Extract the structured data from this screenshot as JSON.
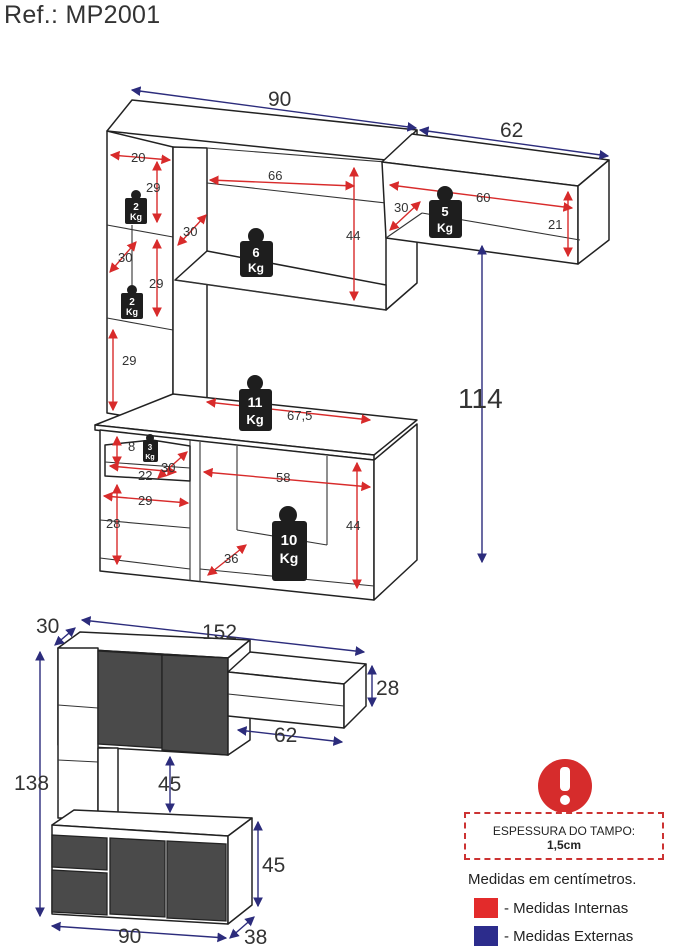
{
  "reference": "Ref.: MP2001",
  "colors": {
    "internal": "#e32b2b",
    "external": "#2c2c8c",
    "warning": "#d62c2c"
  },
  "top_view": {
    "dimensions_internal": [
      "20",
      "29",
      "66",
      "44",
      "30",
      "29",
      "30",
      "29",
      "67,5",
      "8",
      "22",
      "30",
      "29",
      "58",
      "28",
      "44",
      "36",
      "60",
      "30",
      "21"
    ],
    "dimensions_external": {
      "upper_width": "90",
      "side_shelf_width": "62",
      "height_gap": "114"
    },
    "weights": [
      {
        "num": "2",
        "unit": "Kg"
      },
      {
        "num": "2",
        "unit": "Kg"
      },
      {
        "num": "6",
        "unit": "Kg"
      },
      {
        "num": "5",
        "unit": "Kg"
      },
      {
        "num": "11",
        "unit": "Kg"
      },
      {
        "num": "3",
        "unit": "Kg"
      },
      {
        "num": "10",
        "unit": "Kg"
      }
    ]
  },
  "bottom_view": {
    "depth_top": "30",
    "total_width": "152",
    "shelf_height": "28",
    "shelf_width": "62",
    "total_height": "138",
    "gap": "45",
    "base_height": "45",
    "base_width": "90",
    "base_depth": "38"
  },
  "warning": {
    "icon": "exclamation-icon",
    "line1": "ESPESSURA DO TAMPO:",
    "line2": "1,5cm"
  },
  "legend": {
    "note": "Medidas em centímetros.",
    "internal_label": "- Medidas Internas",
    "external_label": "- Medidas Externas"
  }
}
